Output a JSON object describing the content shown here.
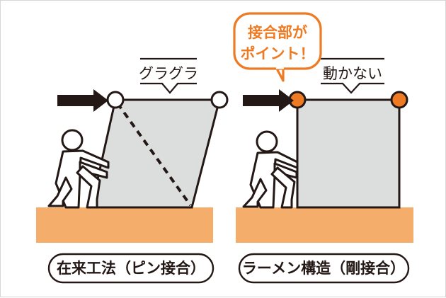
{
  "diagram": {
    "title_visible": false,
    "background_color": "#ffffff",
    "border_color": "#d6d6d6",
    "ink_color": "#231815",
    "accent_color": "#ee7b23",
    "ground_color": "#f5ad6b",
    "panel_fill": "#dcdddd"
  },
  "callout": {
    "line1": "接合部が",
    "line2": "ポイント！",
    "color": "#ee7b23"
  },
  "left_panel": {
    "label": "グラグラ",
    "caption": "在来工法（ピン接合）",
    "arrow_name": "force-arrow",
    "joint_style": "open-circle",
    "joint_count": 2,
    "frame_state": "deformed-parallelogram",
    "has_diagonal_dashed": true
  },
  "right_panel": {
    "label": "動かない",
    "caption": "ラーメン構造（剛接合）",
    "arrow_name": "force-arrow",
    "joint_style": "filled-orange-circle",
    "joint_count": 2,
    "frame_state": "upright-square",
    "has_diagonal_dashed": false
  }
}
